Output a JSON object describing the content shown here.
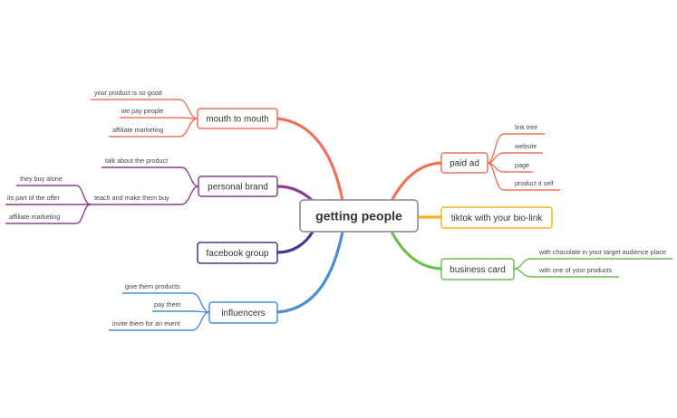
{
  "central": {
    "label": "getting people"
  },
  "colors": {
    "red": "#f07158",
    "purple": "#8e3f8c",
    "navy": "#3d3c8f",
    "blue": "#4a8fd6",
    "yellow": "#f2b51f",
    "green": "#6cbf4e",
    "center_border": "#8f97a6"
  },
  "branches": {
    "mouth_to_mouth": {
      "label": "mouth to mouth",
      "leaves": [
        "your product is so good",
        "we pay people",
        "affiliate marketing"
      ]
    },
    "personal_brand": {
      "label": "personal brand",
      "leaves": [
        "talk about the product",
        "teach and make them buy"
      ],
      "sub_leaves": [
        "they buy alone",
        "its part of the offer",
        "affiliate marketing"
      ]
    },
    "facebook_group": {
      "label": "facebook group"
    },
    "influencers": {
      "label": "influencers",
      "leaves": [
        "give them products",
        "pay them",
        "invite them for an event"
      ]
    },
    "paid_ad": {
      "label": "paid ad",
      "leaves": [
        "link tree",
        "website",
        "page",
        "product it self"
      ]
    },
    "tiktok": {
      "label": "tiktok with your bio-link"
    },
    "business_card": {
      "label": "business card",
      "leaves": [
        "with chocolate in your target audience place",
        "with one of your products"
      ]
    }
  }
}
